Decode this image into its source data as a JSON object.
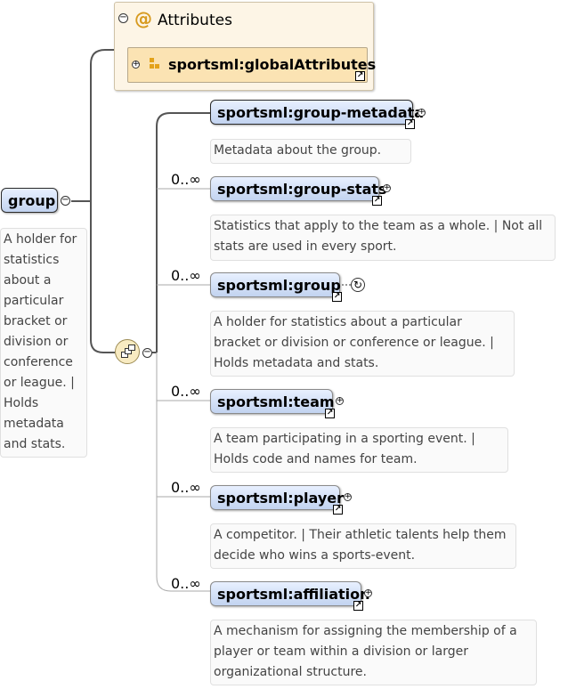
{
  "attributes": {
    "title": "Attributes",
    "symbol": "@",
    "ref_label": "sportsml:globalAttributes"
  },
  "root": {
    "label": "group",
    "doc": [
      "A holder for",
      "statistics",
      "about a",
      "particular",
      "bracket or",
      "division or",
      "conference",
      "or league. |",
      "Holds",
      "metadata",
      "and stats."
    ]
  },
  "children": [
    {
      "label": "sportsml:group-metadata",
      "cardinality": "",
      "doc": [
        "Metadata about the group."
      ]
    },
    {
      "label": "sportsml:group-stats",
      "cardinality": "0..∞",
      "doc": [
        "Statistics that apply to the team as a whole. | Not all",
        "stats are used in every sport."
      ]
    },
    {
      "label": "sportsml:group",
      "cardinality": "0..∞",
      "doc": [
        "A holder for statistics about a particular",
        "bracket or division or conference or league. |",
        "Holds metadata and stats."
      ]
    },
    {
      "label": "sportsml:team",
      "cardinality": "0..∞",
      "doc": [
        "A team participating in a sporting event. |",
        "Holds code and names for team."
      ]
    },
    {
      "label": "sportsml:player",
      "cardinality": "0..∞",
      "doc": [
        "A competitor. | Their athletic talents help them",
        "decide who wins a sports-event."
      ]
    },
    {
      "label": "sportsml:affiliation",
      "cardinality": "0..∞",
      "doc": [
        "A mechanism for assigning the membership of a",
        "player or team within a division or larger",
        "organizational structure."
      ]
    }
  ],
  "colors": {
    "element_fill_top": "#e8f0ff",
    "element_fill_bottom": "#c2d3f0",
    "attribute_fill": "#fdf5e6",
    "attribute_ref_fill": "#fbe3b3",
    "accent": "#d79a1f"
  }
}
